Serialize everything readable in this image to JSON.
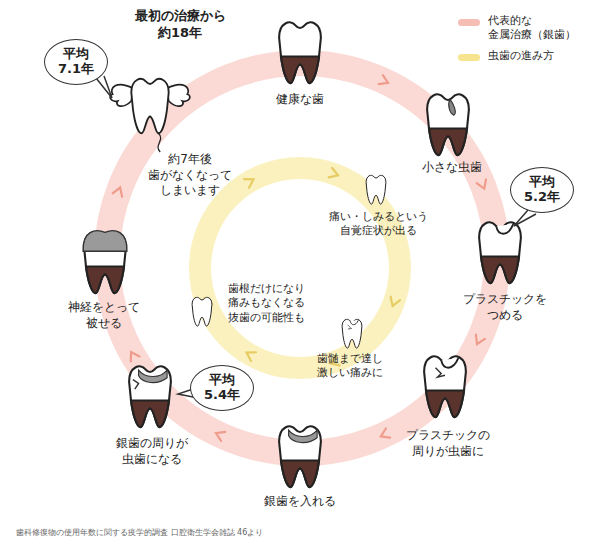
{
  "diagram": {
    "nodes": [
      {
        "text": [
          "平均 7.1年"
        ]
      },
      {
        "text": [
          "平均 5.2年"
        ]
      },
      {
        "text": [
          "平均 5.4年"
        ]
      }
    ],
    "labels": [
      "最初の治療から 約18年",
      "健康な歯",
      "小さな虫歯",
      "プラスチックを つめる",
      "プラスチックの 周りが虫歯に",
      "銀歯を入れる",
      "銀歯の周りが 虫歯になる",
      "神経をとって 被せる",
      "約7年後 歯がなくなって しまいます",
      "痛い・しみるという 自覚症状が出る",
      "歯髄まで達し 激しい痛みに",
      "歯根だけになり 痛みもなくなる 抜歯の可能性も",
      "歯科修復物の使用年数に関する疫学的調査 口腔衛生学会雑誌 46より"
    ],
    "legend": [
      {
        "text": "代表的な 金属治療（銀歯）",
        "color": "#f6bdb5"
      },
      {
        "text": "虫歯の進み方",
        "color": "#f6e48e"
      }
    ]
  }
}
